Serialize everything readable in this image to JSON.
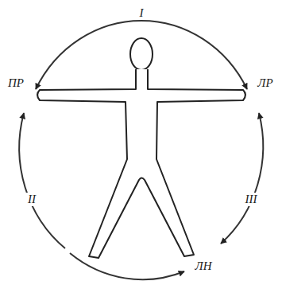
{
  "diagram": {
    "labels": [
      "I",
      "ПР",
      "ЛР",
      "II",
      "III",
      "ЛН"
    ]
  }
}
